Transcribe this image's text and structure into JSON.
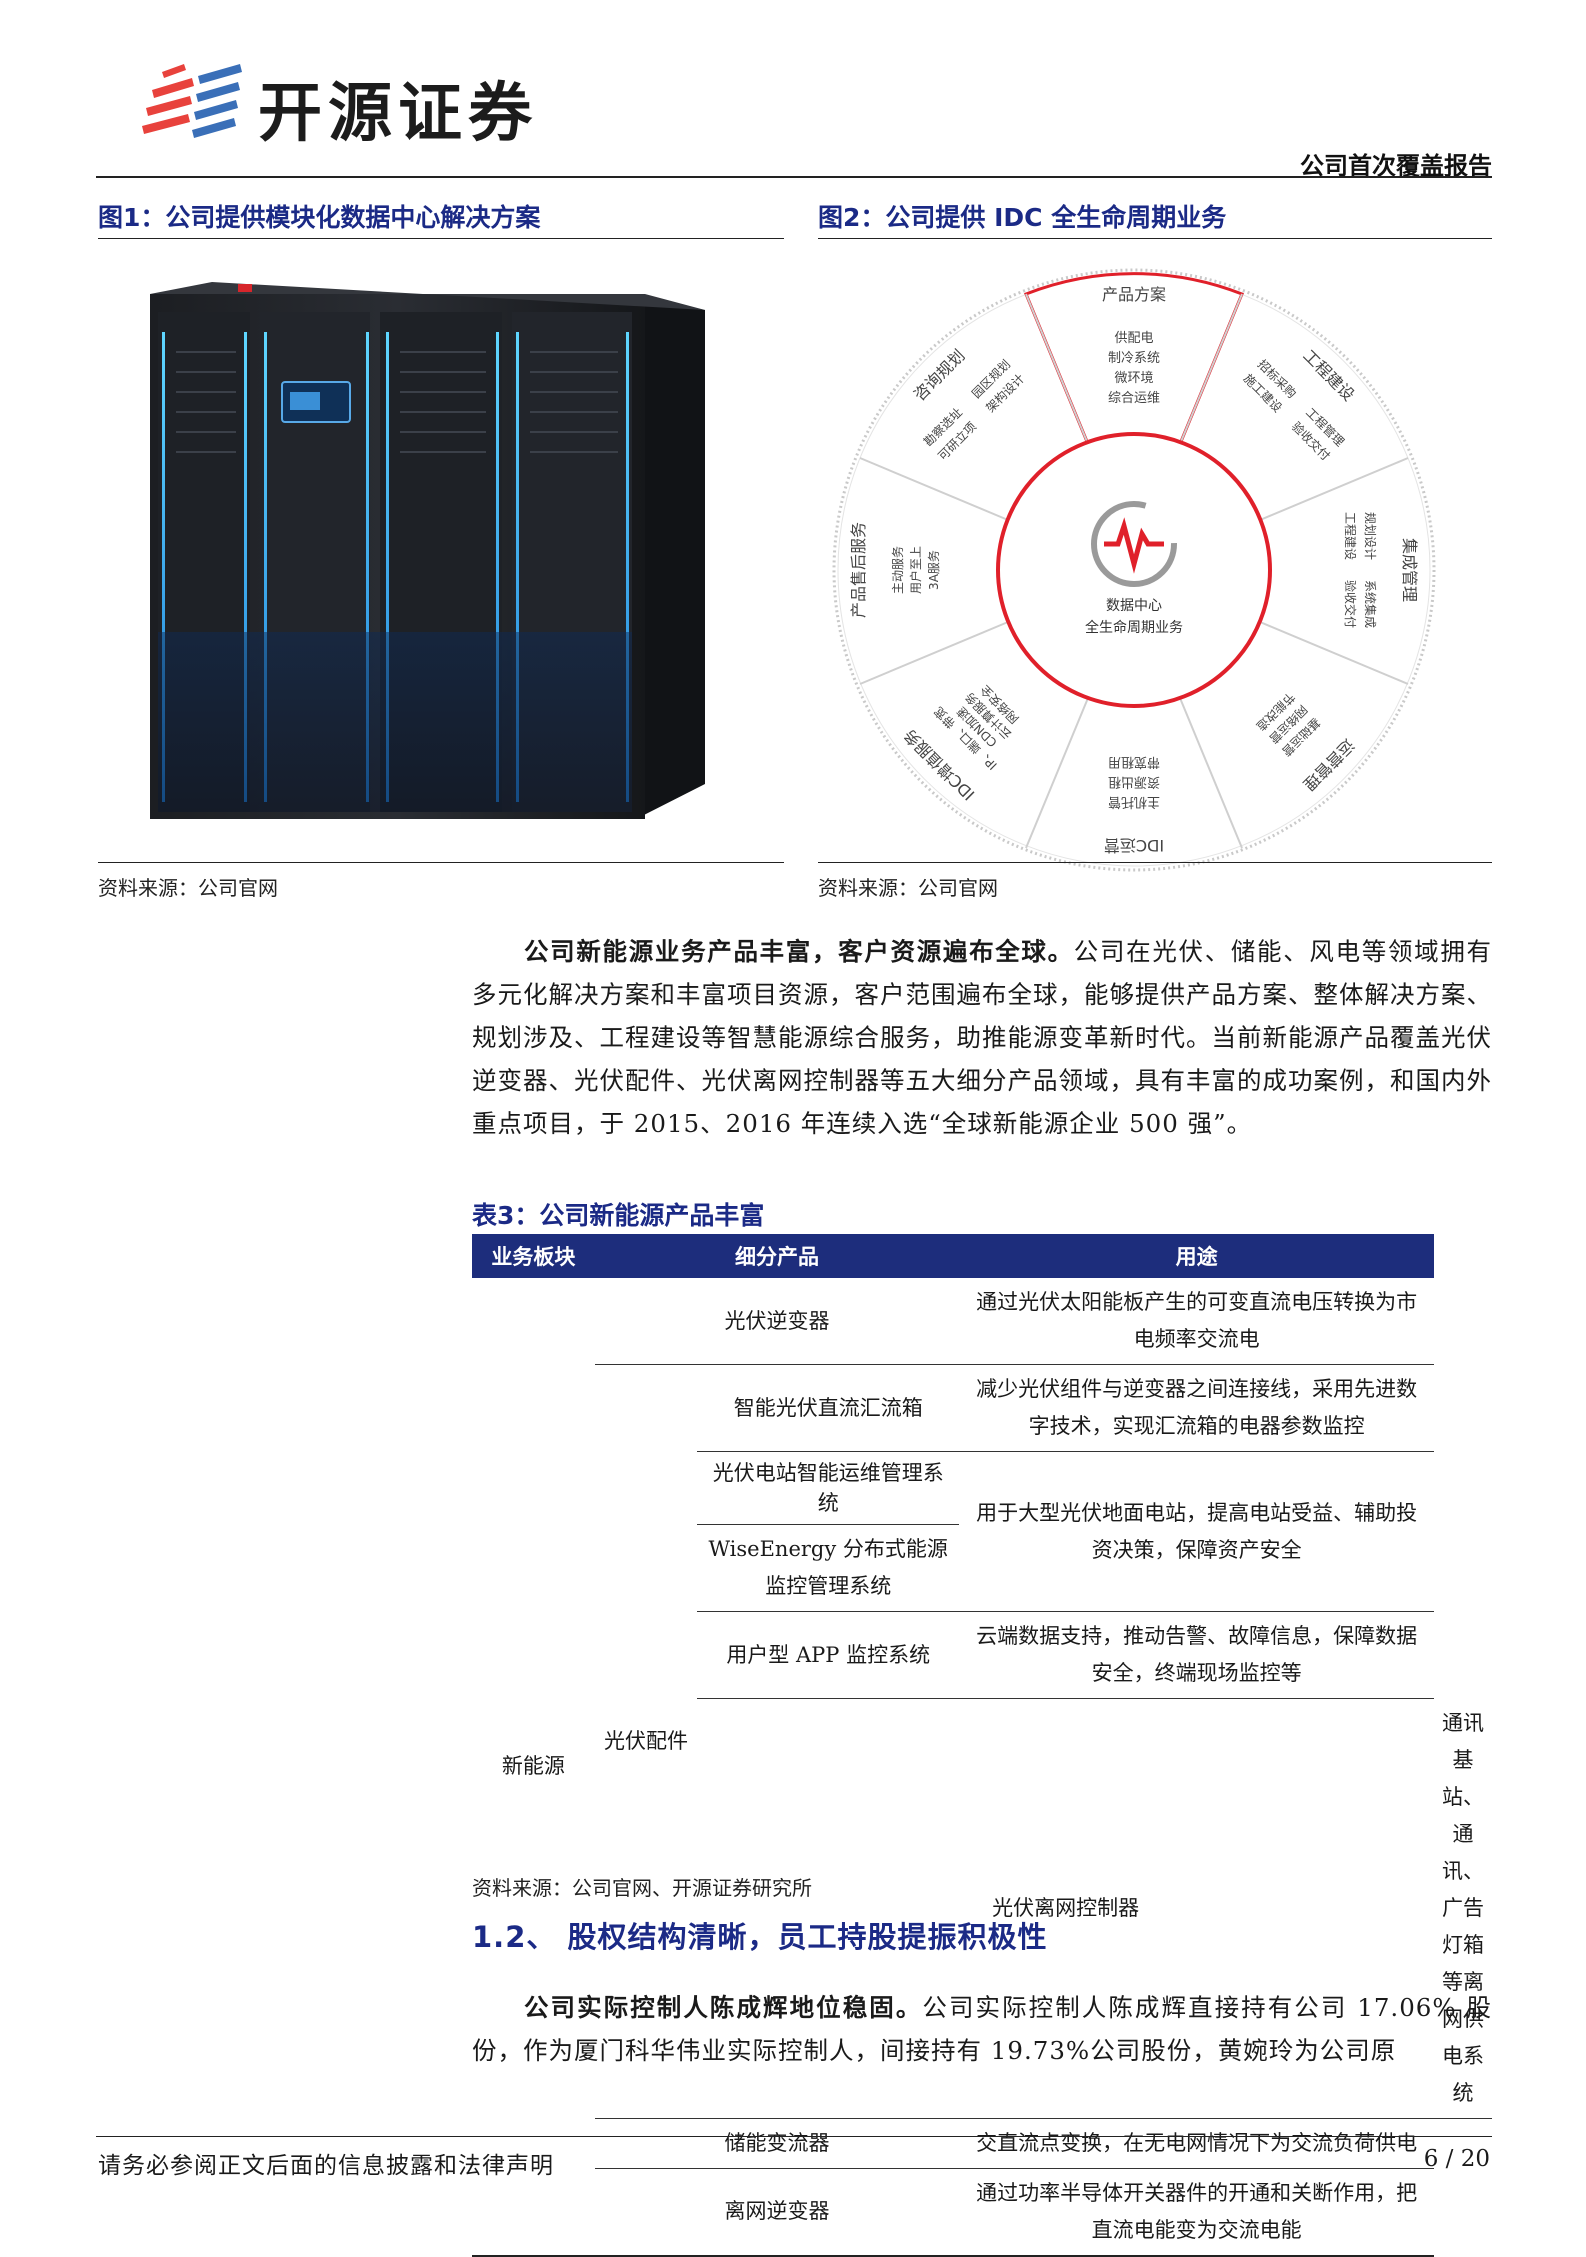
{
  "header": {
    "brand": "开源证券",
    "report_type": "公司首次覆盖报告"
  },
  "figure1": {
    "title": "图1：公司提供模块化数据中心解决方案",
    "source": "资料来源：公司官网"
  },
  "figure2": {
    "title": "图2：公司提供 IDC 全生命周期业务",
    "source": "资料来源：公司官网",
    "center_label_1": "数据中心",
    "center_label_2": "全生命周期业务",
    "segments": [
      {
        "name": "产品方案",
        "items": [
          "供配电",
          "制冷系统",
          "微环境",
          "综合运维"
        ]
      },
      {
        "name": "工程建设",
        "items": [
          "招标采购",
          "工程管理",
          "施工建设",
          "验收交付"
        ]
      },
      {
        "name": "集成管理",
        "items": [
          "规划设计",
          "系统集成",
          "工程建设",
          "验收交付"
        ]
      },
      {
        "name": "运营管理",
        "items": [
          "基础运营",
          "网络运营",
          "节能改造"
        ]
      },
      {
        "name": "IDC运营",
        "items": [
          "主机托管",
          "资源出租",
          "带宽租用"
        ]
      },
      {
        "name": "IDC增值服务",
        "items": [
          "IP、端口、带宽",
          "CDN加速",
          "云计算服务",
          "网络安全"
        ]
      },
      {
        "name": "产品售后服务",
        "items": [
          "主动服务",
          "用户至上",
          "3A服务"
        ]
      },
      {
        "name": "咨询规划",
        "items": [
          "勘察选址",
          "园区规划",
          "可研立项",
          "架构设计"
        ]
      }
    ]
  },
  "para1": {
    "bold": "公司新能源业务产品丰富，客户资源遍布全球。",
    "text": "公司在光伏、储能、风电等领域拥有多元化解决方案和丰富项目资源，客户范围遍布全球，能够提供产品方案、整体解决方案、规划涉及、工程建设等智慧能源综合服务，助推能源变革新时代。当前新能源产品覆盖光伏逆变器、光伏配件、光伏离网控制器等五大细分产品领域，具有丰富的成功案例，和国内外重点项目，于 2015、2016 年连续入选“全球新能源企业 500 强”。"
  },
  "table3": {
    "title": "表3：公司新能源产品丰富",
    "headers": [
      "业务板块",
      "细分产品",
      "用途"
    ],
    "segment": "新能源",
    "sub_segment": "光伏配件",
    "rows": [
      {
        "product": "光伏逆变器",
        "use": "通过光伏太阳能板产生的可变直流电压转换为市电频率交流电"
      },
      {
        "product": "智能光伏直流汇流箱",
        "use": "减少光伏组件与逆变器之间连接线，采用先进数字技术，实现汇流箱的电器参数监控"
      },
      {
        "product": "光伏电站智能运维管理系统",
        "use": "用于大型光伏地面电站，提高电站受益、辅助投资决策，保障资产安全"
      },
      {
        "product": "WiseEnergy 分布式能源监控管理系统",
        "use": ""
      },
      {
        "product": "用户型 APP 监控系统",
        "use": "云端数据支持，推动告警、故障信息，保障数据安全，终端现场监控等"
      },
      {
        "product": "光伏离网控制器",
        "use": "通讯基站、通讯、广告灯箱等离网供电系统"
      },
      {
        "product": "储能变流器",
        "use": "交直流点变换，在无电网情况下为交流负荷供电"
      },
      {
        "product": "离网逆变器",
        "use": "通过功率半导体开关器件的开通和关断作用，把直流电能变为交流电能"
      }
    ],
    "source": "资料来源：公司官网、开源证券研究所"
  },
  "section": {
    "heading": "1.2、 股权结构清晰，员工持股提振积极性"
  },
  "para2": {
    "bold": "公司实际控制人陈成辉地位稳固。",
    "text": "公司实际控制人陈成辉直接持有公司 17.06% 股份，作为厦门科华伟业实际控制人，间接持有 19.73%公司股份，黄婉玲为公司原"
  },
  "footer": {
    "disclaimer": "请务必参阅正文后面的信息披露和法律声明",
    "page": "6 / 20"
  },
  "colors": {
    "brand_red": "#e8423c",
    "brand_blue": "#3a6fb8",
    "title_blue": "#1b2a86",
    "table_header": "#1d2d7c",
    "ring_red": "#e0202a"
  }
}
